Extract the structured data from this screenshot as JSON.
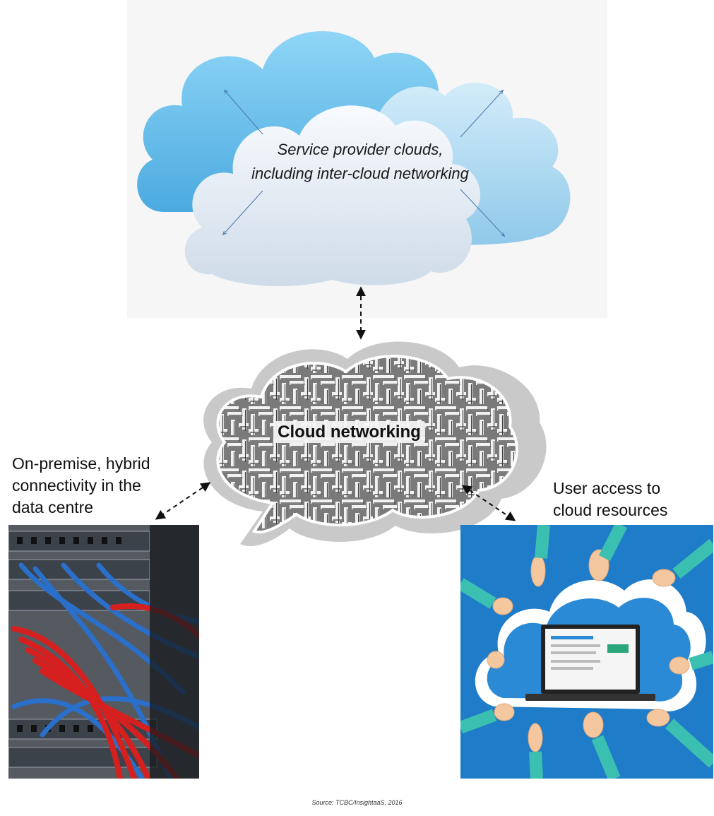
{
  "service_clouds": {
    "caption_line1": "Service provider clouds,",
    "caption_line2": "including inter-cloud networking"
  },
  "cloud_networking": {
    "title": "Cloud networking"
  },
  "on_premise": {
    "label_line1": "On-premise, hybrid",
    "label_line2": "connectivity in the",
    "label_line3": "data centre"
  },
  "user_access": {
    "label_line1": "User access to",
    "label_line2": "cloud resources"
  },
  "source": {
    "text": "Source: TCBC/InsightaaS, 2016"
  },
  "colors": {
    "cloud_blue": "#6cc4ee",
    "cloud_light": "#e6eef6",
    "cable_red": "#d6201f",
    "cable_blue": "#2a6fc9",
    "panel_bg": "#1f7cc8",
    "arrow": "#111111"
  }
}
